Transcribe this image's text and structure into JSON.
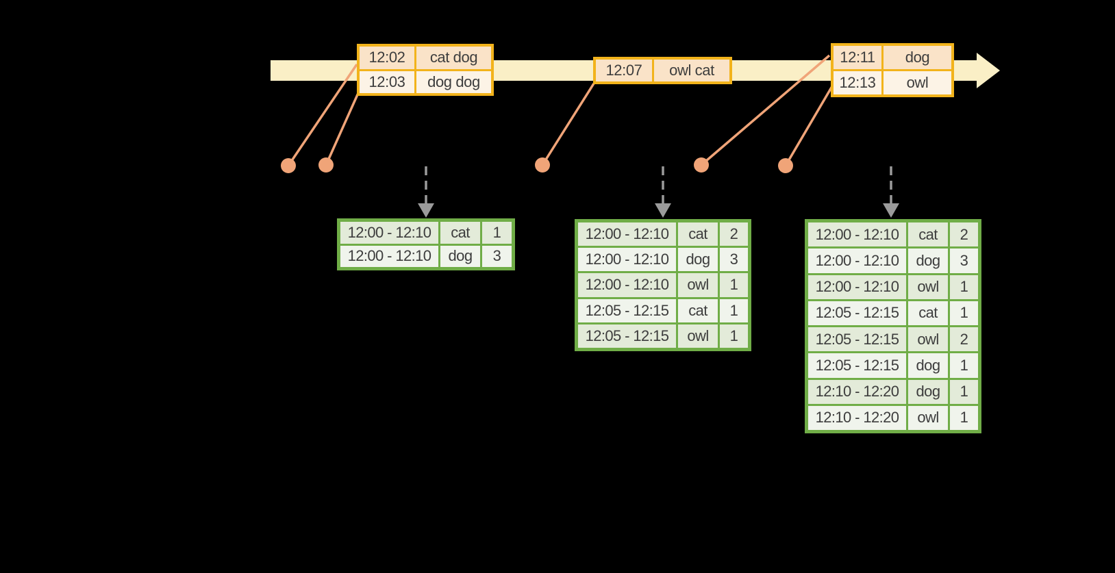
{
  "diagram": {
    "title": "windowed-grouped-aggregation-timeline",
    "colors": {
      "background": "#000000",
      "timeline_fill": "#FAEFC6",
      "event_border": "#F2B31B",
      "event_row_first_fill": "#FAE3C8",
      "event_row_second_fill": "#FCF3E6",
      "connector": "#F0A478",
      "dashed_arrow": "#9B9B9B",
      "table_border": "#70AD47",
      "table_row_odd_fill": "#E3EBD9",
      "table_row_even_fill": "#F0F4EC",
      "text": "#3D3D3D"
    },
    "event_boxes": [
      {
        "rows": [
          {
            "time": "12:02",
            "words": "cat dog"
          },
          {
            "time": "12:03",
            "words": "dog dog"
          }
        ]
      },
      {
        "rows": [
          {
            "time": "12:07",
            "words": "owl cat"
          }
        ]
      },
      {
        "rows": [
          {
            "time": "12:11",
            "words": "dog"
          },
          {
            "time": "12:13",
            "words": "owl"
          }
        ]
      }
    ],
    "result_tables": [
      {
        "rows": [
          [
            "12:00 - 12:10",
            "cat",
            "1"
          ],
          [
            "12:00 - 12:10",
            "dog",
            "3"
          ]
        ]
      },
      {
        "rows": [
          [
            "12:00 - 12:10",
            "cat",
            "2"
          ],
          [
            "12:00 - 12:10",
            "dog",
            "3"
          ],
          [
            "12:00 - 12:10",
            "owl",
            "1"
          ],
          [
            "12:05 - 12:15",
            "cat",
            "1"
          ],
          [
            "12:05 - 12:15",
            "owl",
            "1"
          ]
        ]
      },
      {
        "rows": [
          [
            "12:00 - 12:10",
            "cat",
            "2"
          ],
          [
            "12:00 - 12:10",
            "dog",
            "3"
          ],
          [
            "12:00 - 12:10",
            "owl",
            "1"
          ],
          [
            "12:05 - 12:15",
            "cat",
            "1"
          ],
          [
            "12:05 - 12:15",
            "owl",
            "2"
          ],
          [
            "12:05 - 12:15",
            "dog",
            "1"
          ],
          [
            "12:10 - 12:20",
            "dog",
            "1"
          ],
          [
            "12:10 - 12:20",
            "owl",
            "1"
          ]
        ]
      }
    ]
  }
}
